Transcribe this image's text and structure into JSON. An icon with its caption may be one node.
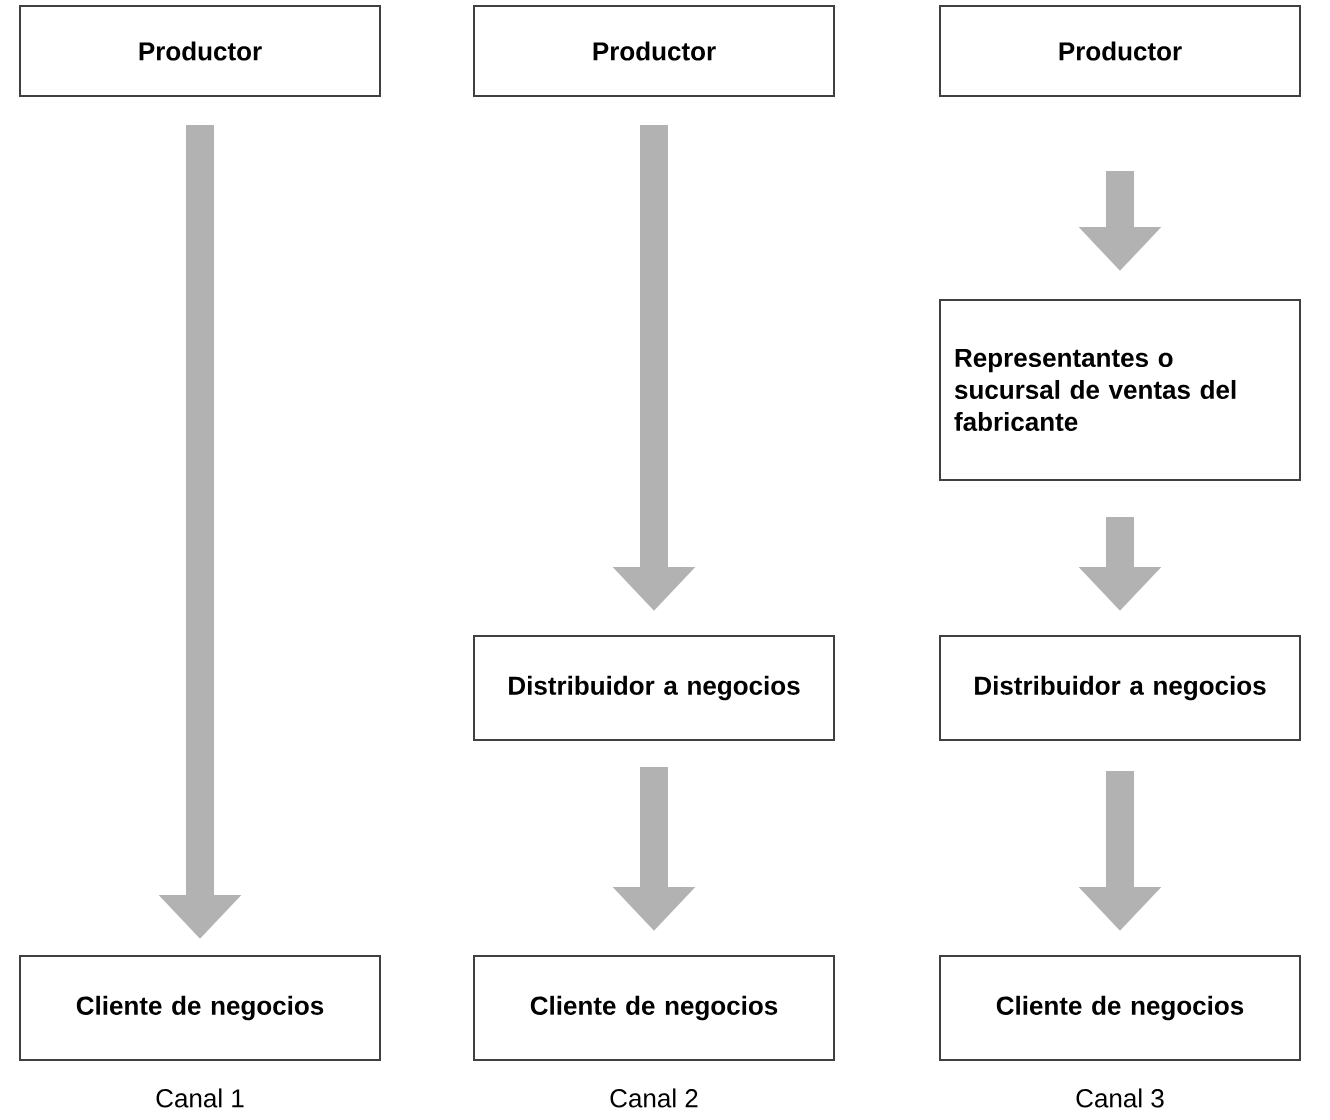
{
  "diagram": {
    "nodes": [
      {
        "text": [
          "Productor"
        ]
      },
      {
        "text": [
          "Productor"
        ]
      },
      {
        "text": [
          "Productor"
        ]
      },
      {
        "text": [
          "Representantes o sucursal de ventas del fabricante"
        ]
      },
      {
        "text": [
          "Distribuidor a negocios"
        ]
      },
      {
        "text": [
          "Distribuidor a negocios"
        ]
      },
      {
        "text": [
          "Cliente de negocios"
        ]
      },
      {
        "text": [
          "Cliente de negocios"
        ]
      },
      {
        "text": [
          "Cliente de negocios"
        ]
      }
    ],
    "edges": [
      {
        "from": 0,
        "to": 6,
        "arrow": "to"
      },
      {
        "from": 1,
        "to": 4,
        "arrow": "to"
      },
      {
        "from": 4,
        "to": 7,
        "arrow": "to"
      },
      {
        "from": 2,
        "to": 3,
        "arrow": "to"
      },
      {
        "from": 3,
        "to": 5,
        "arrow": "to"
      },
      {
        "from": 5,
        "to": 8,
        "arrow": "to"
      }
    ],
    "labels": [
      "Canal 1",
      "Canal 2",
      "Canal 3"
    ]
  }
}
